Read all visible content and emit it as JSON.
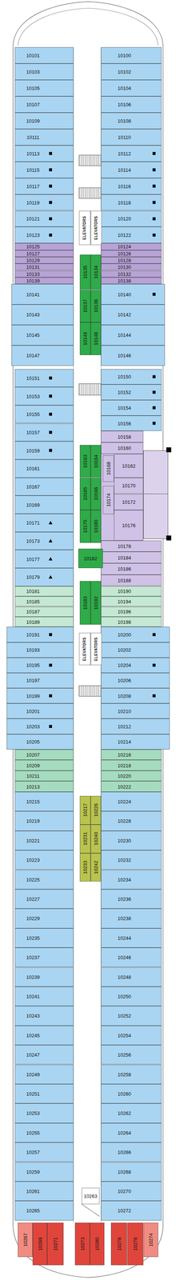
{
  "diagram": {
    "nodes": [
      {
        "text": [
          "10101"
        ]
      },
      {
        "text": [
          "10103"
        ]
      },
      {
        "text": [
          "10105"
        ]
      },
      {
        "text": [
          "10107"
        ]
      },
      {
        "text": [
          "10109"
        ]
      },
      {
        "text": [
          "10111"
        ]
      },
      {
        "text": [
          "10113"
        ]
      },
      {
        "text": [
          "10115"
        ]
      },
      {
        "text": [
          "10117"
        ]
      },
      {
        "text": [
          "10119"
        ]
      },
      {
        "text": [
          "10121"
        ]
      },
      {
        "text": [
          "10123"
        ]
      },
      {
        "text": [
          "10100"
        ]
      },
      {
        "text": [
          "10102"
        ]
      },
      {
        "text": [
          "10104"
        ]
      },
      {
        "text": [
          "10106"
        ]
      },
      {
        "text": [
          "10108"
        ]
      },
      {
        "text": [
          "10110"
        ]
      },
      {
        "text": [
          "10112"
        ]
      },
      {
        "text": [
          "10114"
        ]
      },
      {
        "text": [
          "10116"
        ]
      },
      {
        "text": [
          "10118"
        ]
      },
      {
        "text": [
          "10120"
        ]
      },
      {
        "text": [
          "10122"
        ]
      },
      {
        "text": [
          "ELEVATORS"
        ]
      },
      {
        "text": [
          "ELEVATORS"
        ]
      },
      {
        "text": [
          "10125"
        ]
      },
      {
        "text": [
          "10127"
        ]
      },
      {
        "text": [
          "10129"
        ]
      },
      {
        "text": [
          "10131"
        ]
      },
      {
        "text": [
          "10133"
        ]
      },
      {
        "text": [
          "10139"
        ]
      },
      {
        "text": [
          "10124"
        ]
      },
      {
        "text": [
          "10126"
        ]
      },
      {
        "text": [
          "10128"
        ]
      },
      {
        "text": [
          "10130"
        ]
      },
      {
        "text": [
          "10132"
        ]
      },
      {
        "text": [
          "10138"
        ]
      },
      {
        "text": [
          "10135"
        ]
      },
      {
        "text": [
          "10134"
        ]
      },
      {
        "text": [
          "10137"
        ]
      },
      {
        "text": [
          "10136"
        ]
      },
      {
        "text": [
          "10149"
        ]
      },
      {
        "text": [
          "10148"
        ]
      },
      {
        "text": [
          "10141"
        ]
      },
      {
        "text": [
          "10143"
        ]
      },
      {
        "text": [
          "10145"
        ]
      },
      {
        "text": [
          "10147"
        ]
      },
      {
        "text": [
          "10140"
        ]
      },
      {
        "text": [
          "10142"
        ]
      },
      {
        "text": [
          "10144"
        ]
      },
      {
        "text": [
          "10146"
        ]
      },
      {
        "text": [
          "10151"
        ]
      },
      {
        "text": [
          "10153"
        ]
      },
      {
        "text": [
          "10155"
        ]
      },
      {
        "text": [
          "10157"
        ]
      },
      {
        "text": [
          "10159"
        ]
      },
      {
        "text": [
          "10161"
        ]
      },
      {
        "text": [
          "10167"
        ]
      },
      {
        "text": [
          "10169"
        ]
      },
      {
        "text": [
          "10171"
        ]
      },
      {
        "text": [
          "10173"
        ]
      },
      {
        "text": [
          "10177"
        ]
      },
      {
        "text": [
          "10179"
        ]
      },
      {
        "text": [
          "10150"
        ]
      },
      {
        "text": [
          "10152"
        ]
      },
      {
        "text": [
          "10154"
        ]
      },
      {
        "text": [
          "10156"
        ]
      },
      {
        "text": [
          "10158"
        ]
      },
      {
        "text": [
          "10160"
        ]
      },
      {
        "text": [
          "10168"
        ]
      },
      {
        "text": [
          "10162"
        ]
      },
      {
        "text": [
          "10170"
        ]
      },
      {
        "text": [
          "10174"
        ]
      },
      {
        "text": [
          "10172"
        ]
      },
      {
        "text": [
          "10176"
        ]
      },
      {
        "text": [
          "10178"
        ]
      },
      {
        "text": [
          "10184"
        ]
      },
      {
        "text": [
          "10186"
        ]
      },
      {
        "text": [
          "10188"
        ]
      },
      {
        "text": [
          "10163"
        ]
      },
      {
        "text": [
          "10164"
        ]
      },
      {
        "text": [
          "10165"
        ]
      },
      {
        "text": [
          "10166"
        ]
      },
      {
        "text": [
          "10175"
        ]
      },
      {
        "text": [
          "10180"
        ]
      },
      {
        "text": [
          "10182"
        ]
      },
      {
        "text": [
          "10183"
        ]
      },
      {
        "text": [
          "10192"
        ]
      },
      {
        "text": [
          "10181"
        ]
      },
      {
        "text": [
          "10185"
        ]
      },
      {
        "text": [
          "10187"
        ]
      },
      {
        "text": [
          "10189"
        ]
      },
      {
        "text": [
          "10190"
        ]
      },
      {
        "text": [
          "10194"
        ]
      },
      {
        "text": [
          "10196"
        ]
      },
      {
        "text": [
          "10198"
        ]
      },
      {
        "text": [
          "10191"
        ]
      },
      {
        "text": [
          "10193"
        ]
      },
      {
        "text": [
          "10195"
        ]
      },
      {
        "text": [
          "10197"
        ]
      },
      {
        "text": [
          "10199"
        ]
      },
      {
        "text": [
          "10201"
        ]
      },
      {
        "text": [
          "10203"
        ]
      },
      {
        "text": [
          "10205"
        ]
      },
      {
        "text": [
          "10200"
        ]
      },
      {
        "text": [
          "10202"
        ]
      },
      {
        "text": [
          "10204"
        ]
      },
      {
        "text": [
          "10206"
        ]
      },
      {
        "text": [
          "10208"
        ]
      },
      {
        "text": [
          "10210"
        ]
      },
      {
        "text": [
          "10212"
        ]
      },
      {
        "text": [
          "10214"
        ]
      },
      {
        "text": [
          "ELEVATORS"
        ]
      },
      {
        "text": [
          "ELEVATORS"
        ]
      },
      {
        "text": [
          "10207"
        ]
      },
      {
        "text": [
          "10209"
        ]
      },
      {
        "text": [
          "10211"
        ]
      },
      {
        "text": [
          "10213"
        ]
      },
      {
        "text": [
          "10216"
        ]
      },
      {
        "text": [
          "10218"
        ]
      },
      {
        "text": [
          "10220"
        ]
      },
      {
        "text": [
          "10222"
        ]
      },
      {
        "text": [
          "10215"
        ]
      },
      {
        "text": [
          "10219"
        ]
      },
      {
        "text": [
          "10221"
        ]
      },
      {
        "text": [
          "10223"
        ]
      },
      {
        "text": [
          "10225"
        ]
      },
      {
        "text": [
          "10227"
        ]
      },
      {
        "text": [
          "10229"
        ]
      },
      {
        "text": [
          "10235"
        ]
      },
      {
        "text": [
          "10237"
        ]
      },
      {
        "text": [
          "10239"
        ]
      },
      {
        "text": [
          "10241"
        ]
      },
      {
        "text": [
          "10243"
        ]
      },
      {
        "text": [
          "10245"
        ]
      },
      {
        "text": [
          "10247"
        ]
      },
      {
        "text": [
          "10249"
        ]
      },
      {
        "text": [
          "10251"
        ]
      },
      {
        "text": [
          "10253"
        ]
      },
      {
        "text": [
          "10255"
        ]
      },
      {
        "text": [
          "10257"
        ]
      },
      {
        "text": [
          "10259"
        ]
      },
      {
        "text": [
          "10261"
        ]
      },
      {
        "text": [
          "10265"
        ]
      },
      {
        "text": [
          "10224"
        ]
      },
      {
        "text": [
          "10228"
        ]
      },
      {
        "text": [
          "10230"
        ]
      },
      {
        "text": [
          "10232"
        ]
      },
      {
        "text": [
          "10234"
        ]
      },
      {
        "text": [
          "10236"
        ]
      },
      {
        "text": [
          "10238"
        ]
      },
      {
        "text": [
          "10244"
        ]
      },
      {
        "text": [
          "10246"
        ]
      },
      {
        "text": [
          "10248"
        ]
      },
      {
        "text": [
          "10250"
        ]
      },
      {
        "text": [
          "10252"
        ]
      },
      {
        "text": [
          "10254"
        ]
      },
      {
        "text": [
          "10256"
        ]
      },
      {
        "text": [
          "10258"
        ]
      },
      {
        "text": [
          "10260"
        ]
      },
      {
        "text": [
          "10262"
        ]
      },
      {
        "text": [
          "10264"
        ]
      },
      {
        "text": [
          "10266"
        ]
      },
      {
        "text": [
          "10268"
        ]
      },
      {
        "text": [
          "10270"
        ]
      },
      {
        "text": [
          "10272"
        ]
      },
      {
        "text": [
          "10217"
        ]
      },
      {
        "text": [
          "10226"
        ]
      },
      {
        "text": [
          "10231"
        ]
      },
      {
        "text": [
          "10240"
        ]
      },
      {
        "text": [
          "10233"
        ]
      },
      {
        "text": [
          "10242"
        ]
      },
      {
        "text": [
          "10263"
        ]
      },
      {
        "text": [
          "10267"
        ]
      },
      {
        "text": [
          "10269"
        ]
      },
      {
        "text": [
          "10271"
        ]
      },
      {
        "text": [
          "10273"
        ]
      },
      {
        "text": [
          "10280"
        ]
      },
      {
        "text": [
          "10278"
        ]
      },
      {
        "text": [
          "10276"
        ]
      },
      {
        "text": [
          "10274"
        ]
      }
    ]
  }
}
